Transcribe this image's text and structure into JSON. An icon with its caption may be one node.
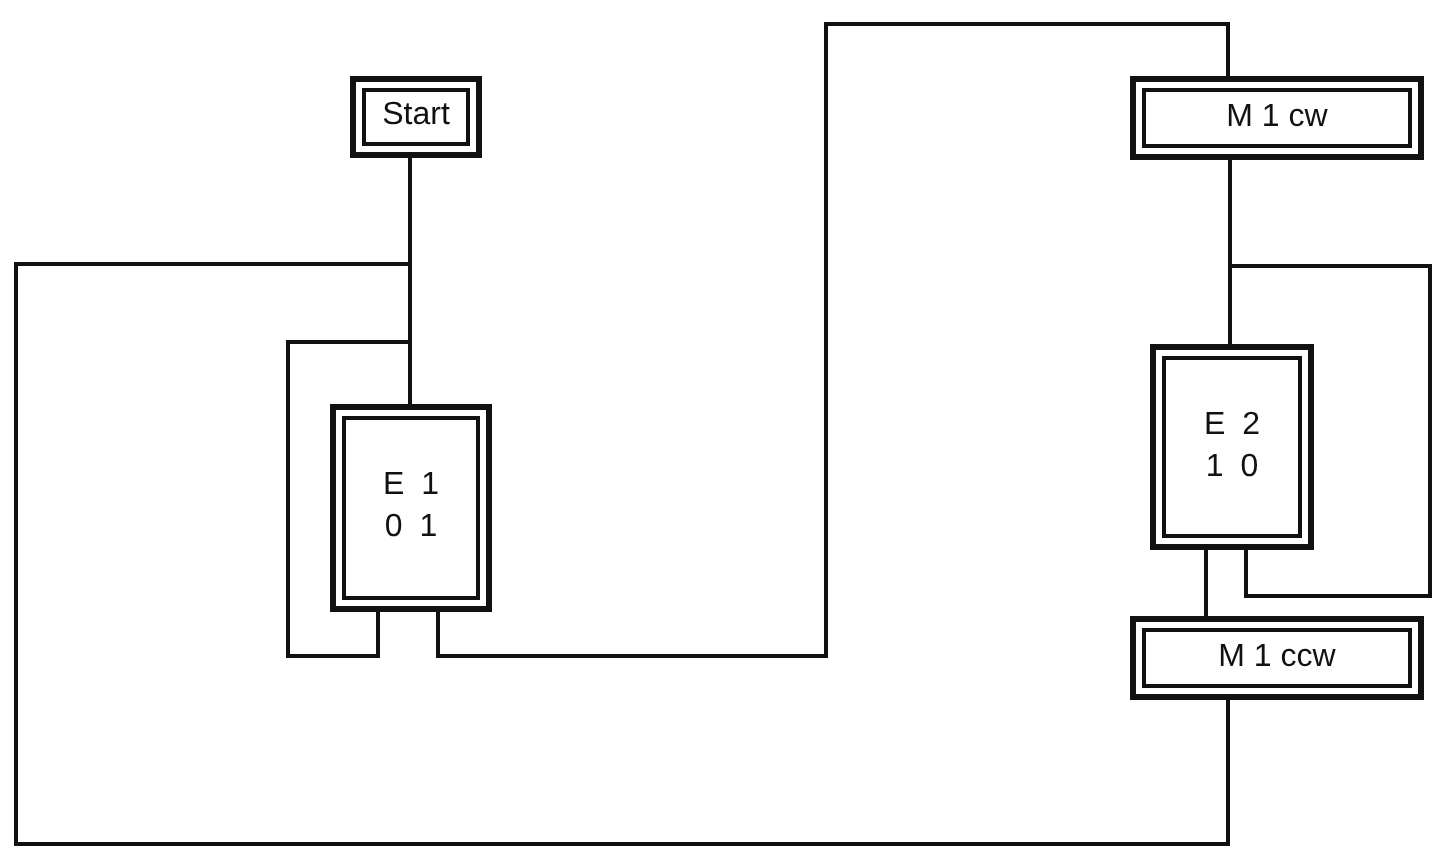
{
  "diagram": {
    "nodes": [
      {
        "text": [
          "Start"
        ]
      },
      {
        "text": [
          "M 1 cw"
        ]
      },
      {
        "text": [
          "E 1",
          "0 1"
        ]
      },
      {
        "text": [
          "E 2",
          "1 0"
        ]
      },
      {
        "text": [
          "M 1 ccw"
        ]
      }
    ],
    "edges": [
      {
        "from": 0,
        "to": 2,
        "arrow": "none"
      },
      {
        "from": 4,
        "to": 0,
        "arrow": "none"
      },
      {
        "from": 2,
        "to": 2,
        "arrow": "none"
      },
      {
        "from": 2,
        "to": 1,
        "arrow": "none"
      },
      {
        "from": 1,
        "to": 3,
        "arrow": "none"
      },
      {
        "from": 3,
        "to": 3,
        "arrow": "none"
      },
      {
        "from": 3,
        "to": 4,
        "arrow": "none"
      }
    ]
  }
}
